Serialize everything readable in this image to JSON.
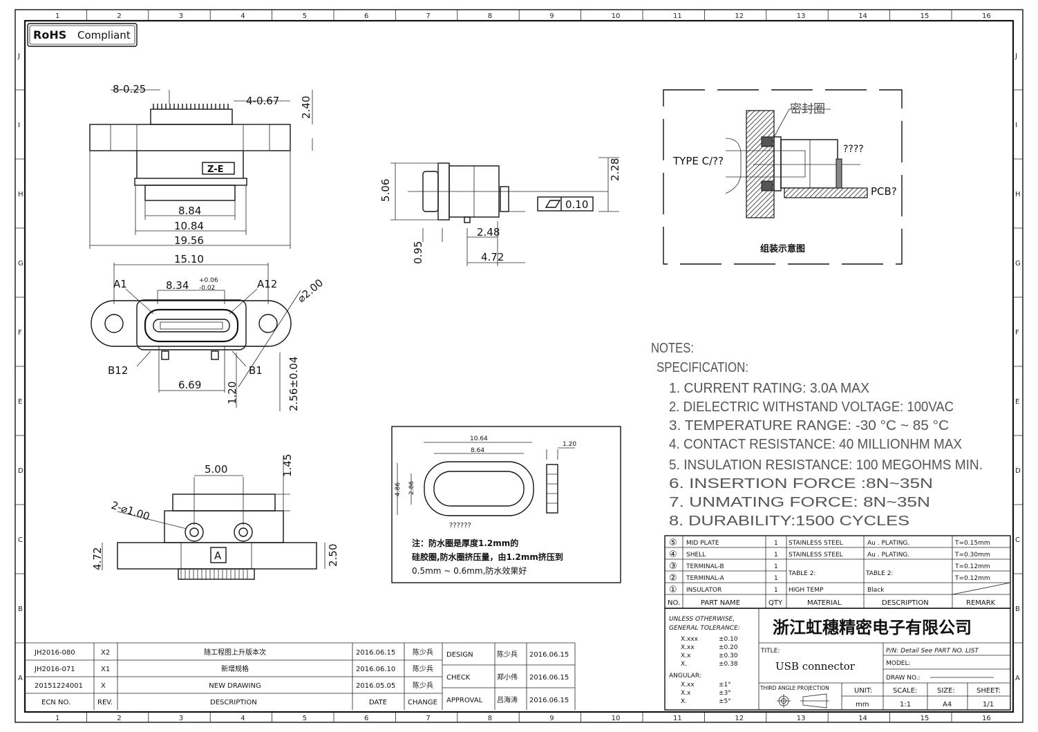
{
  "rohs": {
    "bold": "RoHS",
    "label": "Compliant"
  },
  "grid": {
    "columns": [
      "1",
      "2",
      "3",
      "4",
      "5",
      "6",
      "7",
      "8",
      "9",
      "10",
      "11",
      "12",
      "13",
      "14",
      "15",
      "16"
    ],
    "rows": [
      "J",
      "I",
      "H",
      "G",
      "F",
      "E",
      "D",
      "C",
      "B",
      "A"
    ]
  },
  "top_view": {
    "pin_pitch": "8-0.25",
    "side_pins": "4-0.67",
    "height": "2.40",
    "inner": "8.84",
    "mid": "10.84",
    "overall": "19.56",
    "mark": "Z-E"
  },
  "side_view": {
    "height": "5.06",
    "right_height": "2.28",
    "flatness": "0.10",
    "pin": "0.95",
    "depth1": "2.48",
    "depth2": "4.72"
  },
  "front_view": {
    "width": "15.10",
    "opening": "8.34",
    "tol_plus": "+0.06",
    "tol_minus": "-0.02",
    "a1": "A1",
    "a12": "A12",
    "hole": "⌀2.00",
    "b12": "B12",
    "b1": "B1",
    "pitch": "6.69",
    "post": "1.20",
    "offset": "2.56±0.04"
  },
  "bottom_view": {
    "spacing": "5.00",
    "top": "1.45",
    "holes": "2-⌀1.00",
    "height": "4.72",
    "depth": "2.50",
    "mark": "A"
  },
  "assembly": {
    "seal_label": "密封圈",
    "type_c": "TYPE C/??",
    "unknown": "????",
    "pcb": "PCB?",
    "caption": "组装示意图"
  },
  "gasket": {
    "outer_w": "10.64",
    "inner_w": "8.64",
    "thick": "1.20",
    "outer_h": "4.86",
    "inner_h": "2.86",
    "unknown": "??????",
    "note_lines": [
      "注：防水圈是厚度1.2mm的",
      "硅胶圈,防水圈挤压量，由1.2mm挤压到",
      "0.5mm ~ 0.6mm,防水效果好"
    ]
  },
  "notes": {
    "heading": "NOTES:",
    "subheading": "SPECIFICATION:",
    "items": [
      "1. CURRENT RATING: 3.0A MAX",
      "2. DIELECTRIC WITHSTAND VOLTAGE: 100VAC",
      "3. TEMPERATURE RANGE: -30 °C ~ 85 °C",
      "4. CONTACT RESISTANCE: 40 MILLIONHM MAX",
      "5. INSULATION RESISTANCE: 100 MEGOHMS MIN.",
      "6. INSERTION FORCE :8N~35N",
      "7. UNMATING FORCE: 8N~35N",
      "8. DURABILITY:1500 CYCLES"
    ]
  },
  "bom": {
    "headers": [
      "NO.",
      "PART NAME",
      "QTY",
      "MATERIAL",
      "DESCRIPTION",
      "REMARK"
    ],
    "rows": [
      {
        "no": "⑤",
        "name": "MID PLATE",
        "qty": "1",
        "material": "STAINLESS STEEL",
        "desc": "Au . PLATING.",
        "remark": "T=0.15mm"
      },
      {
        "no": "④",
        "name": "SHELL",
        "qty": "1",
        "material": "STAINLESS STEEL",
        "desc": "Au . PLATING.",
        "remark": "T=0.30mm"
      },
      {
        "no": "③",
        "name": "TERMINAL-B",
        "qty": "1",
        "material": "TABLE 2:",
        "desc": "TABLE 2:",
        "remark": "T=0.12mm"
      },
      {
        "no": "②",
        "name": "TERMINAL-A",
        "qty": "1",
        "material": "",
        "desc": "",
        "remark": "T=0.12mm"
      },
      {
        "no": "①",
        "name": "INSULATOR",
        "qty": "1",
        "material": "HIGH TEMP",
        "desc": "Black",
        "remark": ""
      }
    ]
  },
  "title_block": {
    "tol_line1": "UNLESS OTHERWISE,",
    "tol_line2": "GENERAL TOLERANCE:",
    "tolerances": [
      [
        "X.xxx",
        "±0.10"
      ],
      [
        "X.xx",
        "±0.20"
      ],
      [
        "X.x",
        "±0.30"
      ],
      [
        "X.",
        "±0.38"
      ]
    ],
    "angular_label": "ANGULAR:",
    "angular": [
      [
        "X.xx",
        "±1°"
      ],
      [
        "X.x",
        "±3°"
      ],
      [
        "X.",
        "±5°"
      ]
    ],
    "company": "浙江虹穗精密电子有限公司",
    "title_label": "TITLE:",
    "title": "USB connector",
    "pn": "P/N: Detail See PART NO. LIST",
    "model": "MODEL:",
    "draw_no": "DRAW NO.:",
    "projection": "THIRD ANGLE PROJECTION",
    "unit_label": "UNIT:",
    "unit": "mm",
    "scale_label": "SCALE:",
    "scale": "1:1",
    "size_label": "SIZE:",
    "size": "A4",
    "sheet_label": "SHEET:",
    "sheet": "1/1"
  },
  "revisions": {
    "rows": [
      {
        "ecn": "JH2016-080",
        "rev": "X2",
        "desc": "随工程图上升版本次",
        "date": "2016.06.15",
        "change": "陈少兵"
      },
      {
        "ecn": "JH2016-071",
        "rev": "X1",
        "desc": "新增规格",
        "date": "2016.06.10",
        "change": "陈少兵"
      },
      {
        "ecn": "20151224001",
        "rev": "X",
        "desc": "NEW DRAWING",
        "date": "2016.05.05",
        "change": "陈少兵"
      }
    ],
    "headers": {
      "ecn": "ECN NO.",
      "rev": "REV.",
      "desc": "DESCRIPTION",
      "date": "DATE",
      "change": "CHANGE"
    }
  },
  "approvals": [
    {
      "role": "DESIGN",
      "name": "陈少兵",
      "date": "2016.06.15"
    },
    {
      "role": "CHECK",
      "name": "郑小伟",
      "date": "2016.06.15"
    },
    {
      "role": "APPROVAL",
      "name": "吕海涛",
      "date": "2016.06.15"
    }
  ]
}
